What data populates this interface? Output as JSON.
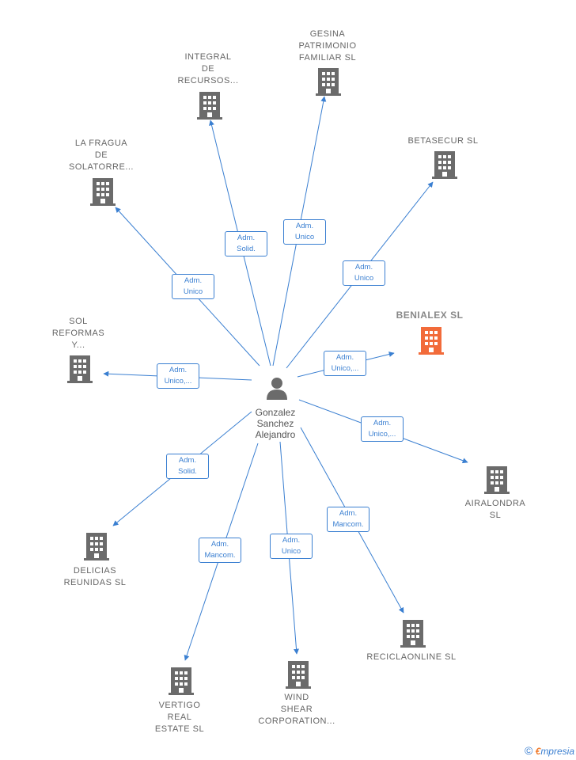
{
  "center": {
    "name": "Gonzalez\nSanchez\nAlejandro",
    "icon": "person-icon"
  },
  "colors": {
    "edge": "#3a7fd1",
    "building": "#6b6b6b",
    "highlight": "#f26b3a"
  },
  "nodes": [
    {
      "id": "gesina",
      "label": "GESINA\nPATRIMONIO\nFAMILIAR  SL",
      "role": "Adm.\nUnico",
      "highlight": false
    },
    {
      "id": "integral",
      "label": "INTEGRAL\nDE\nRECURSOS...",
      "role": "Adm.\nSolid.",
      "highlight": false
    },
    {
      "id": "betasecur",
      "label": "BETASECUR SL",
      "role": "Adm.\nUnico",
      "highlight": false
    },
    {
      "id": "lafragua",
      "label": "LA FRAGUA\nDE\nSOLATORRE...",
      "role": "Adm.\nUnico",
      "highlight": false
    },
    {
      "id": "benialex",
      "label": "BENIALEX  SL",
      "role": "Adm.\nUnico,...",
      "highlight": true
    },
    {
      "id": "solreformas",
      "label": "SOL\nREFORMAS\nY...",
      "role": "Adm.\nUnico,...",
      "highlight": false
    },
    {
      "id": "airalondra",
      "label": "AIRALONDRA\nSL",
      "role": "Adm.\nUnico,...",
      "highlight": false
    },
    {
      "id": "delicias",
      "label": "DELICIAS\nREUNIDAS SL",
      "role": "Adm.\nSolid.",
      "highlight": false
    },
    {
      "id": "reciclaonline",
      "label": "RECICLAONLINE SL",
      "role": "Adm.\nMancom.",
      "highlight": false
    },
    {
      "id": "vertigo",
      "label": "VERTIGO\nREAL\nESTATE  SL",
      "role": "Adm.\nMancom.",
      "highlight": false
    },
    {
      "id": "windshear",
      "label": "WIND\nSHEAR\nCORPORATION...",
      "role": "Adm.\nUnico",
      "highlight": false
    }
  ],
  "footer": {
    "copyright": "©",
    "brand_first": "€",
    "brand_rest": "mpresia"
  }
}
